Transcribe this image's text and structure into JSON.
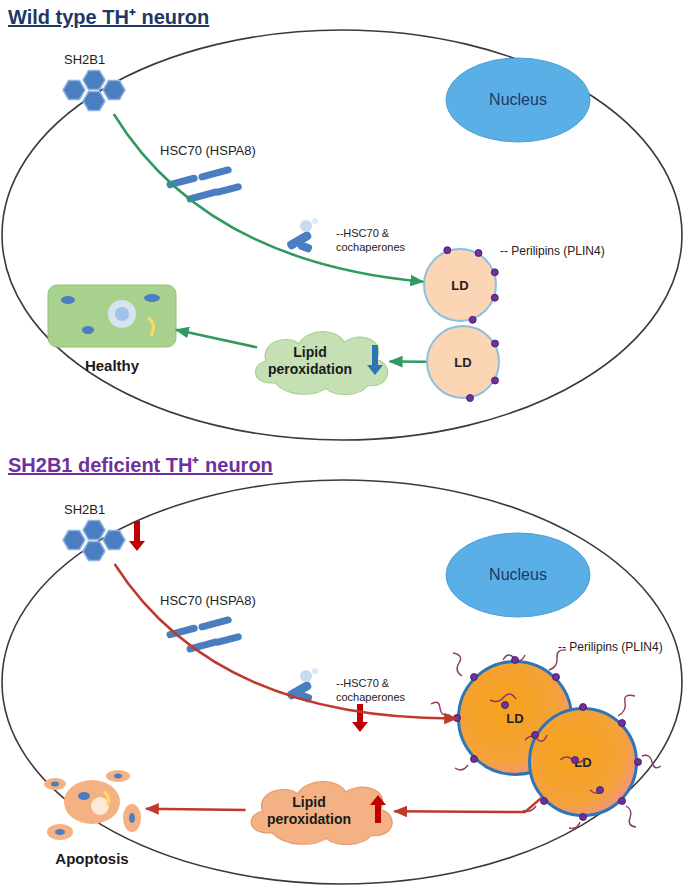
{
  "diagram": {
    "nodes": [
      {
        "text": [
          "Wild type TH⁺ neuron"
        ]
      },
      {
        "text": [
          "SH2B1"
        ],
        "in": 0
      },
      {
        "text": [
          "Nucleus"
        ],
        "in": 0
      },
      {
        "text": [
          "LD"
        ],
        "in": 0
      },
      {
        "text": [
          "LD"
        ],
        "in": 0
      },
      {
        "text": [
          "Lipid peroxidation"
        ],
        "in": 0
      },
      {
        "text": [
          "Healthy"
        ],
        "in": 0
      },
      {
        "text": [
          "SH2B1 deficient TH⁺ neuron"
        ]
      },
      {
        "text": [
          "SH2B1"
        ],
        "in": 7
      },
      {
        "text": [
          "Nucleus"
        ],
        "in": 7
      },
      {
        "text": [
          "LD"
        ],
        "in": 7
      },
      {
        "text": [
          "LD"
        ],
        "in": 7
      },
      {
        "text": [
          "Lipid peroxidation"
        ],
        "in": 7
      },
      {
        "text": [
          "Apoptosis"
        ],
        "in": 7
      }
    ],
    "edges": [
      {
        "from": 1,
        "to": 3,
        "arrow": "to"
      },
      {
        "from": 4,
        "to": 5,
        "arrow": "to"
      },
      {
        "from": 5,
        "to": 6,
        "arrow": "to"
      },
      {
        "from": 8,
        "to": 10,
        "arrow": "to"
      },
      {
        "from": 11,
        "to": 12,
        "arrow": "to"
      },
      {
        "from": 12,
        "to": 13,
        "arrow": "to"
      }
    ],
    "labels": [
      "HSC70 (HSPA8)",
      "--HSC70 & cochaperones",
      "-- Perilipins (PLIN4)",
      "HSC70 (HSPA8)",
      "--HSC70 & cochaperones",
      "-- Perilipins (PLIN4)"
    ]
  }
}
